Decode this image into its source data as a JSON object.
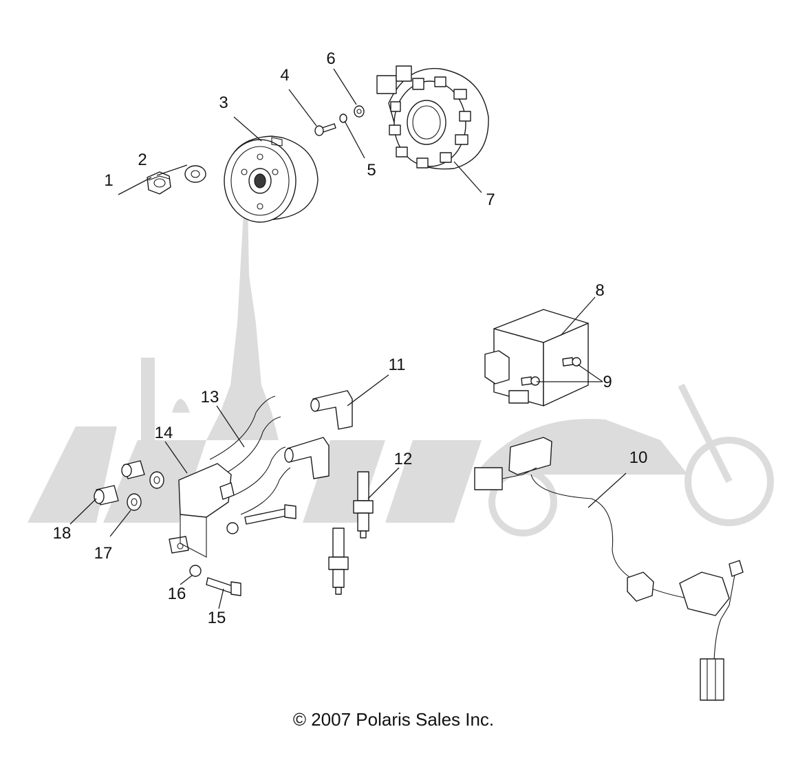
{
  "diagram": {
    "callouts": [
      {
        "id": "1",
        "label": "1"
      },
      {
        "id": "2",
        "label": "2"
      },
      {
        "id": "3",
        "label": "3"
      },
      {
        "id": "4",
        "label": "4"
      },
      {
        "id": "5",
        "label": "5"
      },
      {
        "id": "6",
        "label": "6"
      },
      {
        "id": "7",
        "label": "7"
      },
      {
        "id": "8",
        "label": "8"
      },
      {
        "id": "9",
        "label": "9"
      },
      {
        "id": "10",
        "label": "10"
      },
      {
        "id": "11",
        "label": "11"
      },
      {
        "id": "12",
        "label": "12"
      },
      {
        "id": "13",
        "label": "13"
      },
      {
        "id": "14",
        "label": "14"
      },
      {
        "id": "15",
        "label": "15"
      },
      {
        "id": "16",
        "label": "16"
      },
      {
        "id": "17",
        "label": "17"
      },
      {
        "id": "18",
        "label": "18"
      }
    ],
    "copyright": "© 2007 Polaris Sales Inc.",
    "colors": {
      "line": "#1a1a1a",
      "watermark": "#dcdcdc",
      "background": "#ffffff"
    }
  }
}
